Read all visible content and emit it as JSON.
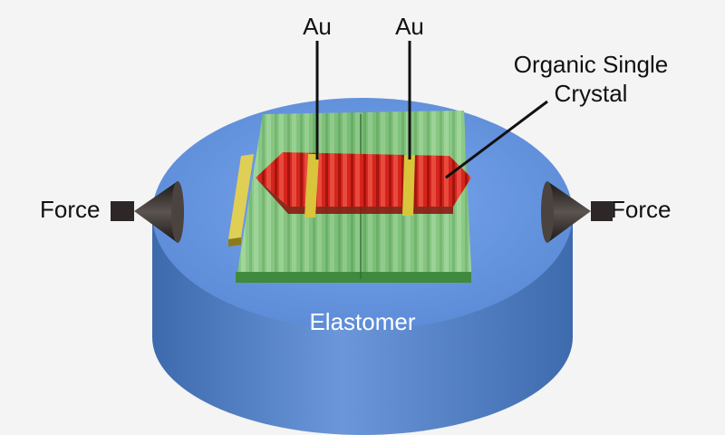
{
  "labels": {
    "au_left": "Au",
    "au_right": "Au",
    "organic_line1": "Organic Single",
    "organic_line2": "Crystal",
    "force_left": "Force",
    "force_right": "Force",
    "elastomer": "Elastomer"
  },
  "colors": {
    "background": "#f4f4f4",
    "elastomer_top": "#6f9ee6",
    "elastomer_side": "#4b79be",
    "green_film": "#7dc07a",
    "crystal": "#d8281f",
    "gold": "#d8c23a",
    "force_tip": "#2b2624"
  },
  "icons": {
    "force_left": "cone-pusher-icon",
    "force_right": "cone-pusher-icon"
  }
}
